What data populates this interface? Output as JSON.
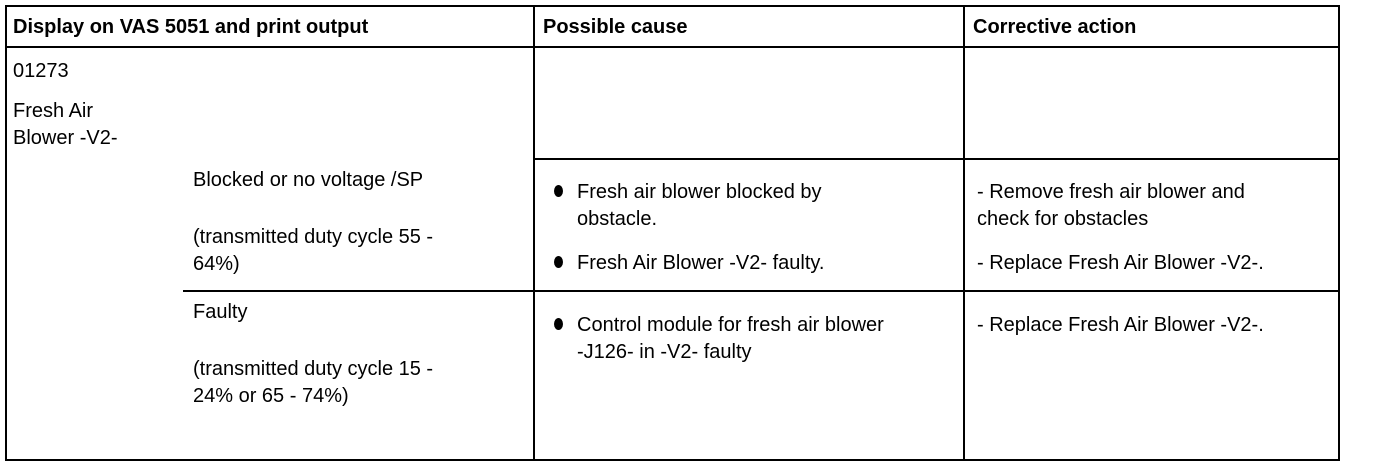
{
  "header": {
    "col1": "Display on VAS 5051 and print output",
    "col2": "Possible cause",
    "col3": "Corrective action"
  },
  "fault_code": {
    "code": "01273",
    "component_line1": "Fresh Air",
    "component_line2": "Blower -V2-"
  },
  "rows": [
    {
      "condition": "Blocked or no voltage /SP",
      "detail_line1": "(transmitted duty cycle 55 -",
      "detail_line2": "64%)",
      "causes": [
        {
          "line1": "Fresh air blower blocked by",
          "line2": "obstacle."
        },
        {
          "line1": "Fresh Air Blower -V2- faulty.",
          "line2": ""
        }
      ],
      "actions": [
        {
          "line1": "- Remove fresh air blower and",
          "line2": "check for obstacles"
        },
        {
          "line1": "- Replace Fresh Air Blower -V2-.",
          "line2": ""
        }
      ]
    },
    {
      "condition": "Faulty",
      "detail_line1": "(transmitted duty cycle 15 -",
      "detail_line2": "24% or 65 - 74%)",
      "causes": [
        {
          "line1": "Control module for fresh air blower",
          "line2": "-J126- in -V2- faulty"
        }
      ],
      "actions": [
        {
          "line1": "- Replace Fresh Air Blower -V2-.",
          "line2": ""
        }
      ]
    }
  ]
}
